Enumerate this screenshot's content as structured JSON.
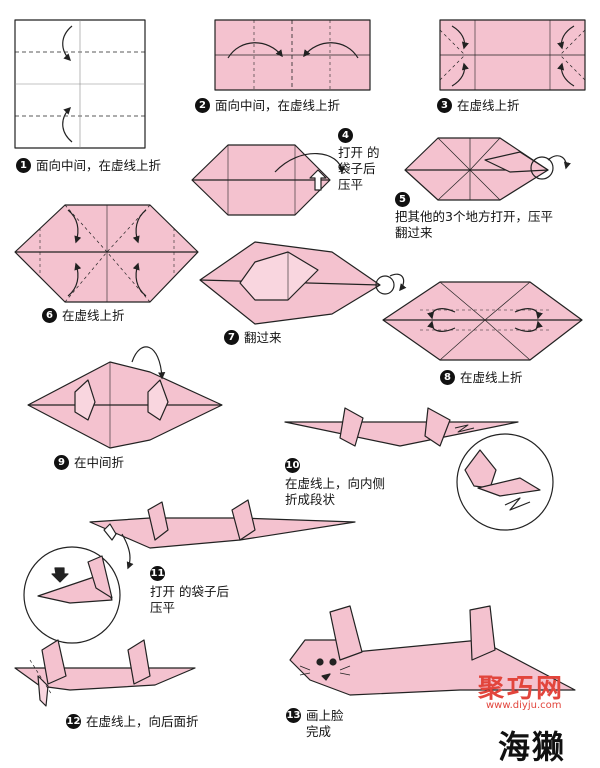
{
  "title": "海獭",
  "watermark": {
    "brand": "聚巧网",
    "url": "www.diyju.com",
    "color": "#e2453c"
  },
  "colors": {
    "paper": "#f4c2cf",
    "line": "#222222"
  },
  "steps": [
    {
      "num": "1",
      "lines": [
        "面向中间，在虚线上折"
      ]
    },
    {
      "num": "2",
      "lines": [
        "面向中间，在虚线上折"
      ]
    },
    {
      "num": "3",
      "lines": [
        "在虚线上折"
      ]
    },
    {
      "num": "4",
      "lines": [
        "打开 的",
        "袋子后",
        "压平"
      ]
    },
    {
      "num": "5",
      "lines": [
        "把其他的3个地方打开，压平",
        "翻过来"
      ]
    },
    {
      "num": "6",
      "lines": [
        "在虚线上折"
      ]
    },
    {
      "num": "7",
      "lines": [
        "翻过来"
      ]
    },
    {
      "num": "8",
      "lines": [
        "在虚线上折"
      ]
    },
    {
      "num": "9",
      "lines": [
        "在中间折"
      ]
    },
    {
      "num": "10",
      "lines": [
        "在虚线上，向内侧",
        "折成段状"
      ]
    },
    {
      "num": "11",
      "lines": [
        "打开 的袋子后",
        "压平"
      ]
    },
    {
      "num": "12",
      "lines": [
        "在虚线上，向后面折"
      ]
    },
    {
      "num": "13",
      "lines": [
        "画上脸",
        "完成"
      ]
    }
  ]
}
